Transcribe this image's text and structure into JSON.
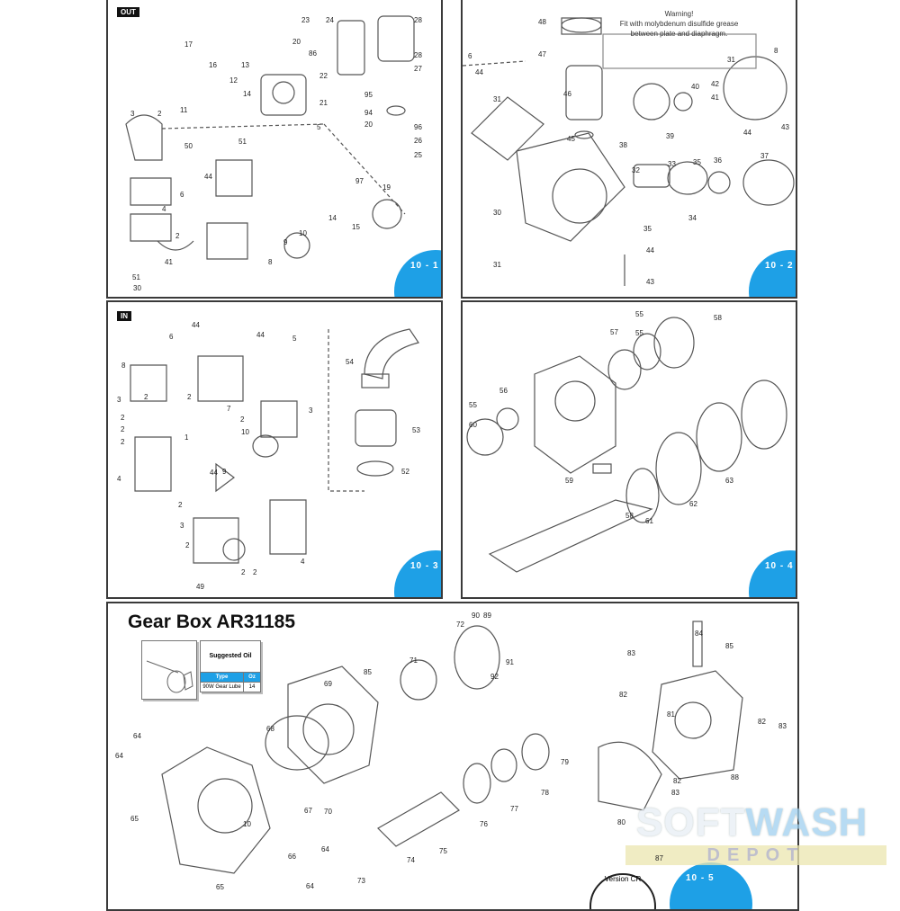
{
  "panels": [
    {
      "id": "10-1",
      "badge": "10 - 1",
      "tag": "OUT",
      "labels": [
        "17",
        "16",
        "12",
        "13",
        "14",
        "11",
        "3",
        "2",
        "50",
        "51",
        "5",
        "6",
        "44",
        "4",
        "2",
        "41",
        "51",
        "30",
        "23",
        "20",
        "86",
        "22",
        "21",
        "95",
        "94",
        "20",
        "24",
        "28",
        "28",
        "27",
        "96",
        "26",
        "25",
        "97",
        "14",
        "15",
        "19",
        "9",
        "10",
        "8"
      ]
    },
    {
      "id": "10-2",
      "badge": "10 - 2",
      "labels": [
        "48",
        "47",
        "46",
        "45",
        "6",
        "44",
        "31",
        "30",
        "31",
        "8",
        "31",
        "40",
        "42",
        "41",
        "39",
        "38",
        "44",
        "43",
        "32",
        "33",
        "35",
        "36",
        "37",
        "34",
        "35",
        "44",
        "43"
      ],
      "warning": [
        "Warning!",
        "Fit with molybdenum disulfide grease",
        "between plate and diaphragm."
      ]
    },
    {
      "id": "10-3",
      "badge": "10 - 3",
      "tag": "IN",
      "labels": [
        "44",
        "6",
        "44",
        "5",
        "8",
        "3",
        "2",
        "2",
        "7",
        "2",
        "3",
        "2",
        "1",
        "44",
        "10",
        "9",
        "2",
        "2",
        "4",
        "2",
        "3",
        "2",
        "49",
        "2",
        "2",
        "4",
        "54",
        "53",
        "52"
      ]
    },
    {
      "id": "10-4",
      "badge": "10 - 4",
      "labels": [
        "55",
        "57",
        "55",
        "58",
        "56",
        "55",
        "60",
        "59",
        "58",
        "61",
        "62",
        "63"
      ]
    }
  ],
  "gearbox": {
    "title": "Gear Box AR31185",
    "oil": {
      "heading": "Suggested Oil",
      "columns": [
        "Type",
        "Oz"
      ],
      "rows": [
        [
          "90W Gear Lube",
          "14"
        ]
      ]
    },
    "labels": [
      "64",
      "64",
      "65",
      "65",
      "68",
      "69",
      "85",
      "71",
      "72",
      "90",
      "89",
      "91",
      "92",
      "67",
      "70",
      "10",
      "64",
      "66",
      "64",
      "73",
      "74",
      "75",
      "76",
      "77",
      "78",
      "79",
      "84",
      "83",
      "85",
      "82",
      "81",
      "82",
      "83",
      "82",
      "83",
      "88",
      "80",
      "87"
    ],
    "badge": "10 - 5",
    "version_stamp": "Version CR"
  },
  "watermark": {
    "line1a": "SOFT",
    "line1b": "WASH",
    "line2": "DEPOT"
  },
  "colors": {
    "accent": "#1ea0e6",
    "border": "#3a3a3a"
  }
}
